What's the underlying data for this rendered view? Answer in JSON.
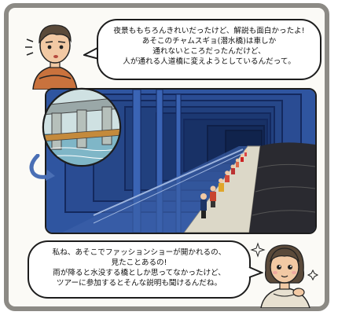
{
  "speech_top": {
    "lines": [
      "夜景ももちろんきれいだったけど、解説も面白かったよ!",
      "あそこのチャムスギョ(潜水橋)は車しか",
      "通れないところだったんだけど、",
      "人が通れる人道橋に変えようとしているんだって。"
    ]
  },
  "speech_bottom": {
    "lines": [
      "私ね、あそこでファッションショーが開かれるの、",
      "見たことあるの!",
      "雨が降ると水没する橋としか思ってなかったけど、",
      "ツアーに参加するとそんな説明も聞けるんだね。"
    ]
  },
  "colors": {
    "frame": "#8c8a85",
    "tunnel_blue": "#2f55a0",
    "tunnel_dark": "#14295e",
    "crowd_dark": "#2a2a30",
    "skin": "#f2c9a4",
    "hair": "#5b4a3a"
  },
  "icons": {
    "man": "man-icon",
    "woman": "woman-icon",
    "arrow": "curved-arrow-icon"
  }
}
